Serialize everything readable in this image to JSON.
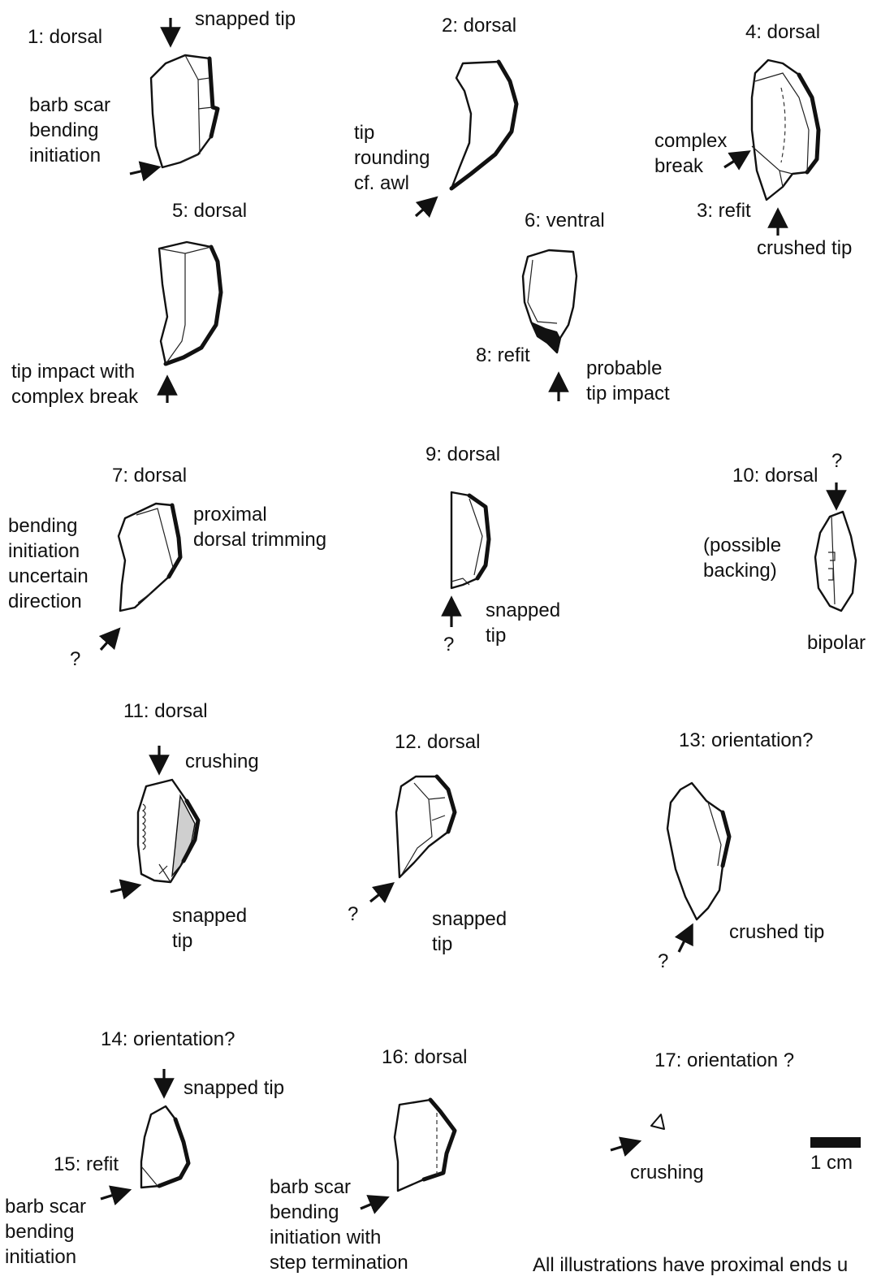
{
  "labels": {
    "l1": "1: dorsal",
    "l1_snapped": "snapped tip",
    "l1_barb": "barb scar\nbending\ninitiation",
    "l2": "2: dorsal",
    "l2_tip": "tip\nrounding\ncf. awl",
    "l4": "4: dorsal",
    "l4_complex": "complex\nbreak",
    "l3_refit": "3: refit",
    "l3_crushed": "crushed tip",
    "l5": "5: dorsal",
    "l5_tip": "tip impact with\ncomplex break",
    "l6": "6: ventral",
    "l8_refit": "8: refit",
    "l8_probable": "probable\ntip impact",
    "l7": "7: dorsal",
    "l7_bending": "bending\ninitiation\nuncertain\ndirection",
    "l7_proximal": "proximal\ndorsal trimming",
    "l7_q": "?",
    "l9": "9: dorsal",
    "l9_snapped": "snapped\ntip",
    "l9_q": "?",
    "l10": "10: dorsal",
    "l10_q": "?",
    "l10_backing": "(possible\nbacking)",
    "l10_bipolar": "bipolar",
    "l11": "11: dorsal",
    "l11_crushing": "crushing",
    "l11_snapped": "snapped\ntip",
    "l12": "12. dorsal",
    "l12_q": "?",
    "l12_snapped": "snapped\ntip",
    "l13": "13: orientation?",
    "l13_crushed": "crushed tip",
    "l13_q": "?",
    "l14": "14: orientation?",
    "l14_snapped": "snapped tip",
    "l15_refit": "15: refit",
    "l15_barb": "barb scar\nbending\ninitiation",
    "l16": "16: dorsal",
    "l16_barb": "barb scar\nbending\ninitiation with\nstep termination",
    "l17": "17: orientation ?",
    "l17_crushing": "crushing",
    "scale": "1 cm",
    "footer": "All illustrations have proximal ends u"
  }
}
